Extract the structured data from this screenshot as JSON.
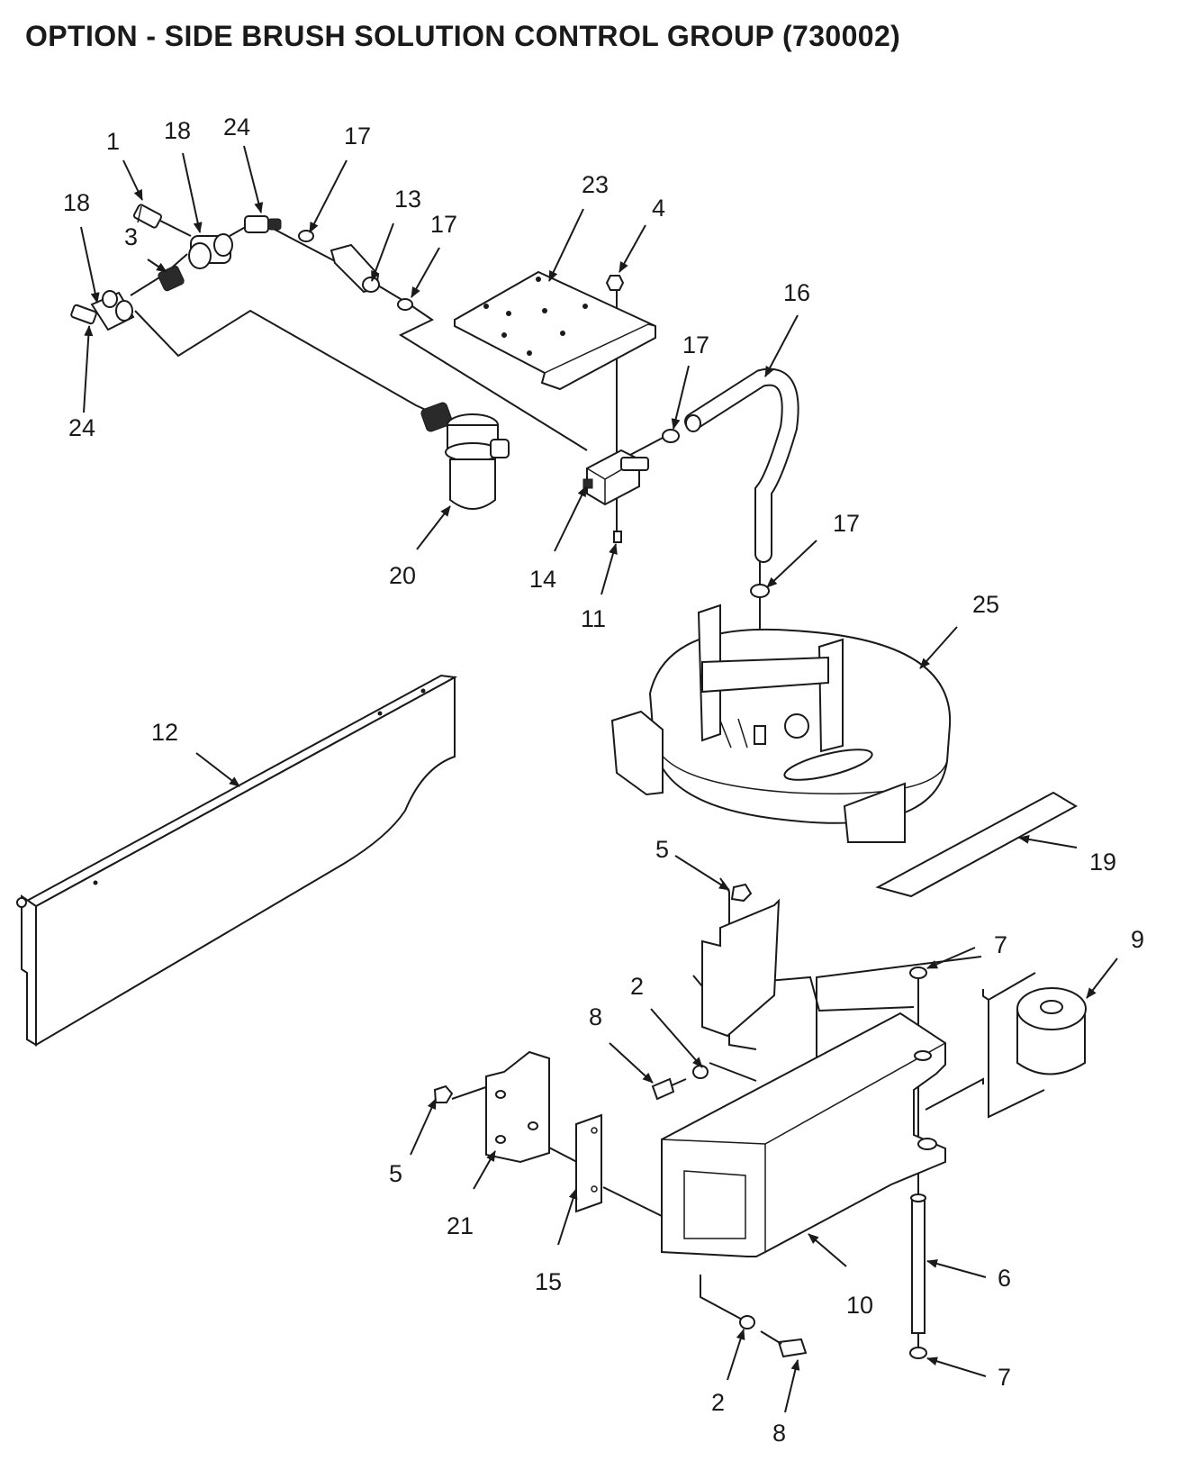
{
  "title": "OPTION - SIDE BRUSH SOLUTION CONTROL GROUP (730002)",
  "callouts": {
    "c1": "1",
    "c18a": "18",
    "c24a": "24",
    "c17a": "17",
    "c18b": "18",
    "c3": "3",
    "c13": "13",
    "c17b": "17",
    "c23": "23",
    "c4": "4",
    "c16": "16",
    "c17c": "17",
    "c24b": "24",
    "c20": "20",
    "c14": "14",
    "c11": "11",
    "c17d": "17",
    "c25": "25",
    "c12": "12",
    "c5a": "5",
    "c19": "19",
    "c7a": "7",
    "c9": "9",
    "c2a": "2",
    "c8a": "8",
    "c5b": "5",
    "c21": "21",
    "c15": "15",
    "c10": "10",
    "c6": "6",
    "c7b": "7",
    "c2b": "2",
    "c8b": "8"
  }
}
